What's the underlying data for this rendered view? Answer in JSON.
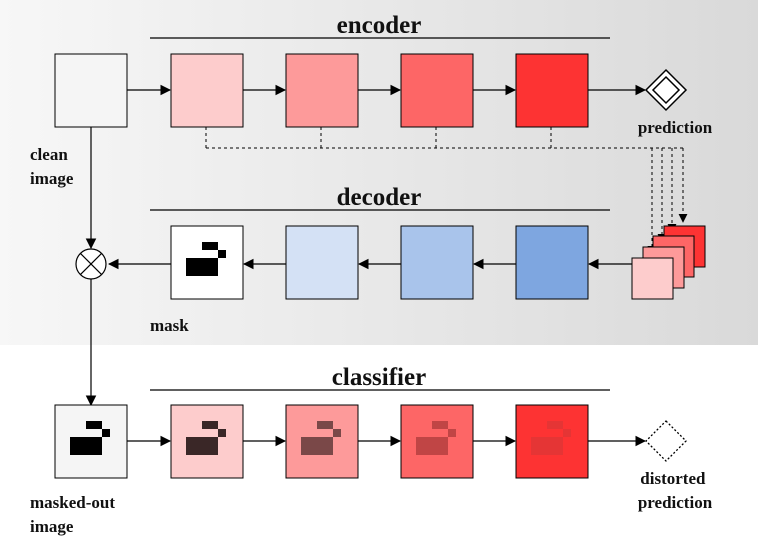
{
  "sections": {
    "encoder": {
      "title": "encoder"
    },
    "decoder": {
      "title": "decoder"
    },
    "classifier": {
      "title": "classifier"
    }
  },
  "labels": {
    "clean_image": [
      "clean",
      "image"
    ],
    "prediction": "prediction",
    "mask": "mask",
    "masked_out_image": [
      "masked-out",
      "image"
    ],
    "distorted_prediction": [
      "distorted",
      "prediction"
    ]
  },
  "colors": {
    "encoder_blocks": [
      "#fdcccc",
      "#fd9a9a",
      "#fd6666",
      "#fd3333"
    ],
    "decoder_blocks": [
      "#d4e1f5",
      "#a9c4eb",
      "#7ea6e0"
    ],
    "input_block": "#f5f5f5",
    "mask_block": "#ffffff",
    "classifier_blocks": [
      "#fdcccc",
      "#fd9a9a",
      "#fd6666",
      "#fd3333"
    ],
    "classifier_glyph": [
      "#3a2727",
      "#7a4848",
      "#c04545",
      "#e53535"
    ],
    "background_gradient": [
      "#f7f7f7",
      "#d9d9d9"
    ]
  },
  "icons": {
    "multiply_node": "circle-times-icon",
    "prediction_node": "double-diamond-icon",
    "distorted_prediction_node": "dotted-diamond-icon"
  }
}
